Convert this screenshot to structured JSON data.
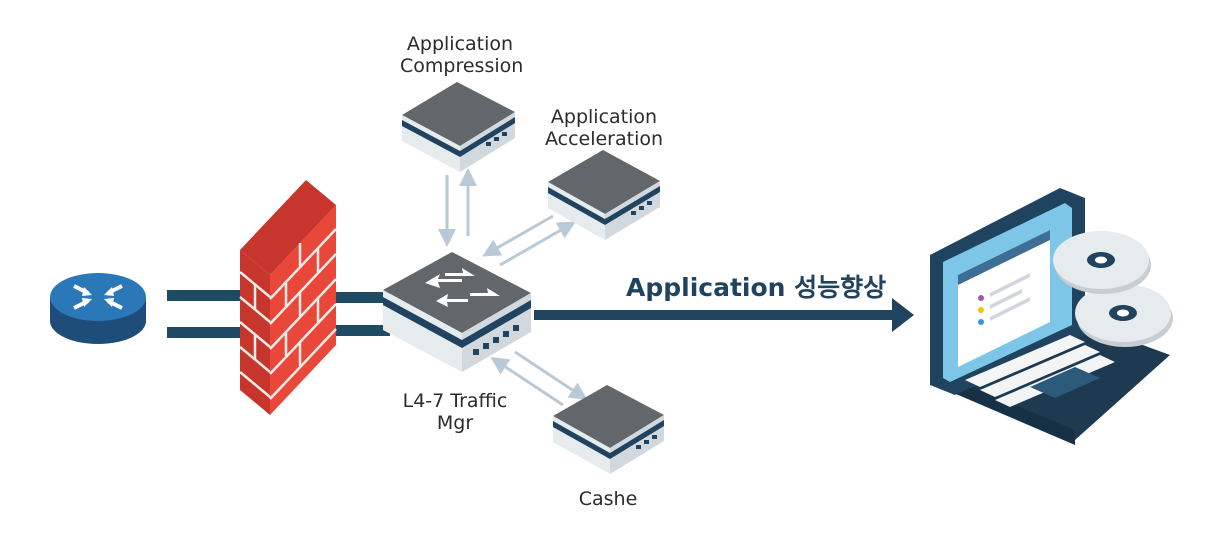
{
  "labels": {
    "compression": [
      "Application",
      "Compression"
    ],
    "acceleration": [
      "Application",
      "Acceleration"
    ],
    "traffic_mgr": [
      "L4-7 Traffic",
      "Mgr"
    ],
    "cache": "Cashe",
    "performance": "Application 성능향상"
  },
  "icons": [
    "router-icon",
    "firewall-icon",
    "traffic-manager-icon",
    "compression-server-icon",
    "acceleration-server-icon",
    "cache-server-icon",
    "laptop-icon",
    "disc-icon"
  ],
  "colors": {
    "navy": "#20435f",
    "link": "#1e4a63",
    "router": "#2a78b8",
    "brick": "#e9473a",
    "server_top": "#62676c",
    "arrow_light": "#b7cad6",
    "laptop_screen": "#7ec6e8"
  }
}
